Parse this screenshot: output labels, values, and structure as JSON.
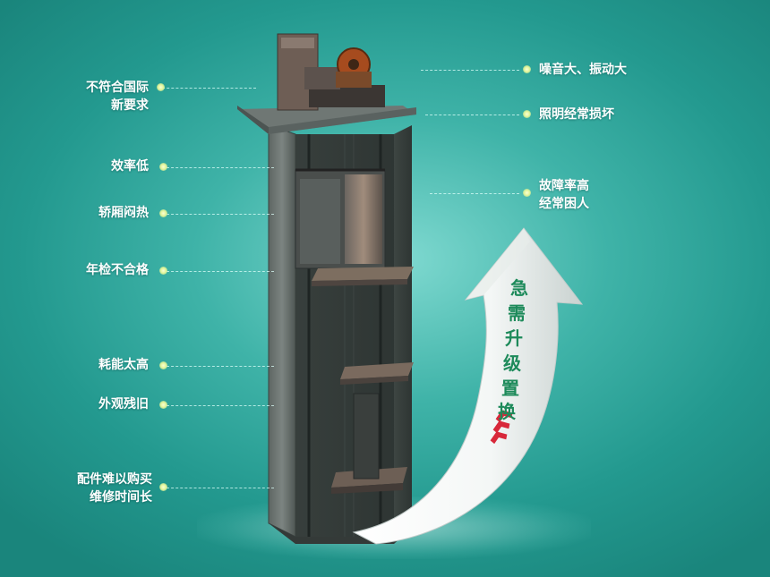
{
  "left_labels": [
    {
      "text": "不符合国际\n新要求"
    },
    {
      "text": "效率低"
    },
    {
      "text": "轿厢闷热"
    },
    {
      "text": "年检不合格"
    },
    {
      "text": "耗能太高"
    },
    {
      "text": "外观残旧"
    },
    {
      "text": "配件难以购买\n维修时间长"
    }
  ],
  "right_labels": [
    {
      "text": "噪音大、振动大"
    },
    {
      "text": "照明经常损坏"
    },
    {
      "text": "故障率高\n经常困人"
    }
  ],
  "arrow": {
    "chars": [
      "急",
      "需",
      "升",
      "级",
      "置",
      "换"
    ]
  },
  "colors": {
    "background": "#2aa39a",
    "arrow_text": "#1d8a5a",
    "chevrons": "#d8283a",
    "dot": "#e4f59a"
  }
}
